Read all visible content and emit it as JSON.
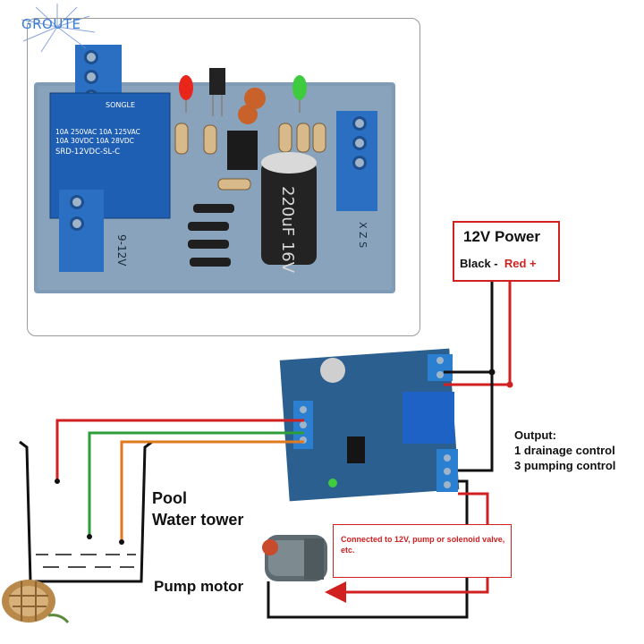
{
  "brand": "GROUTE",
  "board_photo": {
    "relay_brand": "SONGLE",
    "relay_ratings": [
      "10A 250VAC  10A 125VAC",
      "10A 30VDC  10A 28VDC"
    ],
    "relay_model": "SRD-12VDC-SL-C",
    "capacitor": "220uF 16V",
    "board_label": "9-12V",
    "terminal_label": "X Z S"
  },
  "power": {
    "title": "12V Power",
    "black": "Black -",
    "red": "Red +"
  },
  "tank": {
    "line1": "Pool",
    "line2": "Water tower"
  },
  "output": {
    "title": "Output:",
    "line1": "1 drainage control",
    "line2": "3 pumping control"
  },
  "note": "Connected to 12V, pump or solenoid valve, etc.",
  "pump_label": "Pump motor",
  "wire_colors": {
    "red": "#d02020",
    "black": "#111111",
    "green": "#2e9e3a",
    "orange": "#e07a1e"
  }
}
